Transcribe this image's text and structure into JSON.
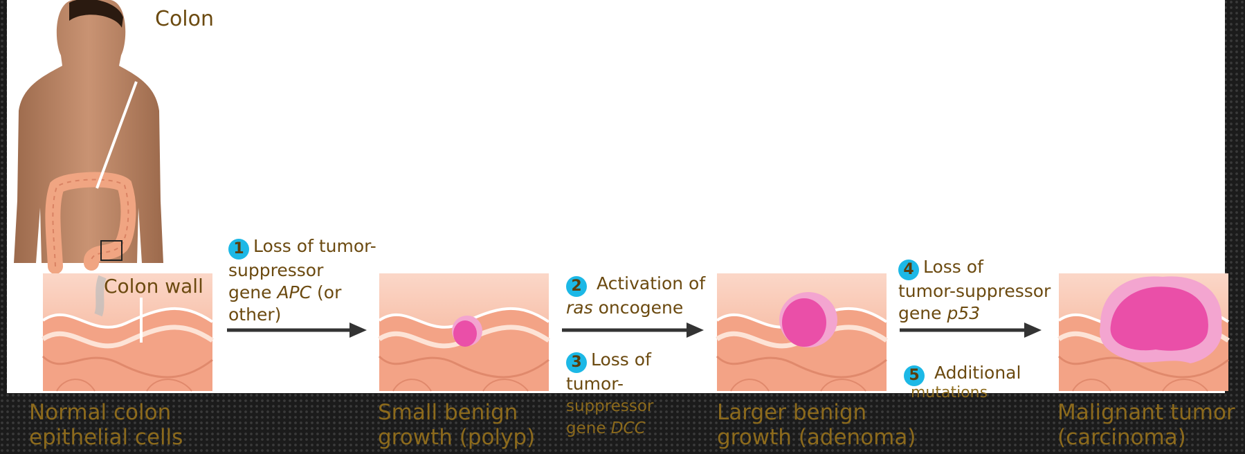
{
  "labels": {
    "colon": "Colon",
    "colon_wall": "Colon wall"
  },
  "steps": [
    {
      "num": "1",
      "line1": "Loss of tumor-",
      "line2": "suppressor",
      "line3_pre": "gene ",
      "line3_it": "APC",
      "line3_post": " (or",
      "line4": "other)"
    },
    {
      "num": "2",
      "line1": " Activation of",
      "line2_it": "ras",
      "line2_post": " oncogene"
    },
    {
      "num": "3",
      "line1": "Loss of",
      "line2": "tumor-",
      "line3": "suppressor",
      "line4_pre": "gene ",
      "line4_it": "DCC"
    },
    {
      "num": "4",
      "line1": "Loss of",
      "line2": "tumor-suppressor",
      "line3_pre": "gene ",
      "line3_it": "p53"
    },
    {
      "num": "5",
      "line1": " Additional",
      "line2": "mutations"
    }
  ],
  "captions": {
    "normal_1": "Normal colon",
    "normal_2": "epithelial cells",
    "polyp_1": "Small benign",
    "polyp_2": "growth (polyp)",
    "adenoma_1": "Larger benign",
    "adenoma_2": "growth (adenoma)",
    "carcinoma_1": "Malignant tumor",
    "carcinoma_2": "(carcinoma)"
  },
  "colors": {
    "text": "#6b4a10",
    "caption": "#8c6a1c",
    "badge": "#1cb8e6",
    "tissue": "#f6b9a2",
    "tumor": "#ea4fa8"
  }
}
